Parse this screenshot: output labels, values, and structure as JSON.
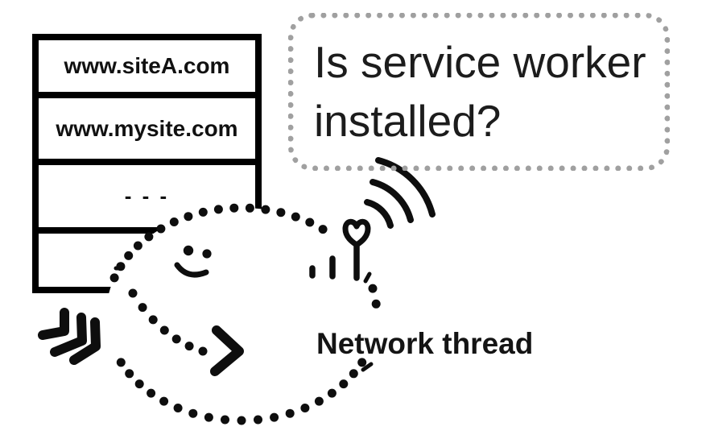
{
  "colors": {
    "background": "#ffffff",
    "ink": "#0e0e0e",
    "table_border": "#000000",
    "bubble_border": "#a0a0a0",
    "text": "#1c1c1c"
  },
  "table": {
    "rows": [
      {
        "label": "www.siteA.com"
      },
      {
        "label": "www.mysite.com"
      },
      {
        "label": "- - -"
      },
      {
        "label": ""
      }
    ]
  },
  "bubble": {
    "line1": "Is service worker",
    "line2": "installed?"
  },
  "character": {
    "label": "Network thread",
    "icons": [
      "antenna-icon",
      "wifi-signal-icon",
      "smiley-face-icon",
      "arrow-chevron-icon",
      "motion-chevrons-icon",
      "dotted-blob-outline"
    ]
  }
}
